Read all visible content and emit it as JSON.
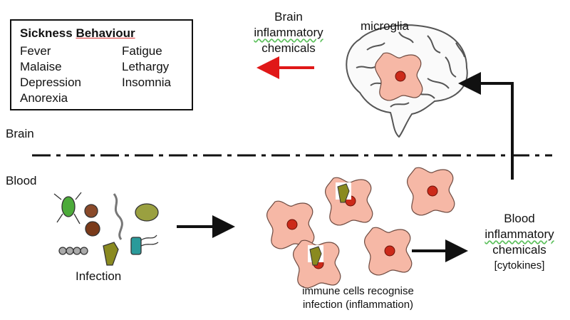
{
  "sickness_box": {
    "title_prefix": "Sickness ",
    "title_suffix": "Behaviour",
    "col1": [
      "Fever",
      "Malaise",
      "Depression",
      "Anorexia"
    ],
    "col2": [
      "Fatigue",
      "Lethargy",
      "Insomnia"
    ]
  },
  "labels": {
    "brain_top_line": "Brain",
    "brain_mid_line": "inflammatory",
    "brain_bot_line": "chemicals",
    "microglia": "microglia",
    "region_brain": "Brain",
    "region_blood": "Blood",
    "infection": "Infection",
    "immune_line1": "immune cells recognise",
    "immune_line2": "infection (inflammation)",
    "blood_top_line": "Blood",
    "blood_mid_line": "inflammatory",
    "blood_bot_line": "chemicals",
    "cytokines": "[cytokines]"
  },
  "colors": {
    "cell_fill": "#f6b8a6",
    "nucleus": "#cc2a1a",
    "red_arrow": "#e01818",
    "line": "#111111"
  }
}
